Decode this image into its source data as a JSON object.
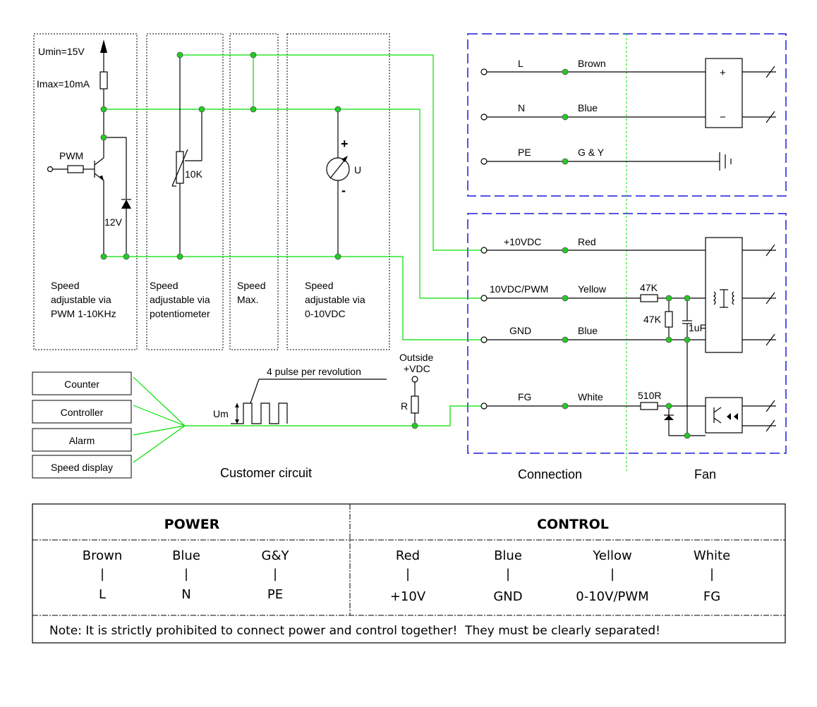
{
  "customer": {
    "umin": "Umin=15V",
    "imax": "Imax=10mA",
    "pwm": "PWM",
    "zener": "12V",
    "pot": "10K",
    "meter_plus": "+",
    "meter_minus": "-",
    "meter_u": "U",
    "boxes": [
      {
        "lines": [
          "Speed",
          "adjustable via",
          "PWM 1-10KHz"
        ]
      },
      {
        "lines": [
          "Speed",
          "adjustable via",
          "potentiometer"
        ]
      },
      {
        "lines": [
          "Speed",
          "Max."
        ]
      },
      {
        "lines": [
          "Speed",
          "adjustable via",
          "0-10VDC"
        ]
      }
    ],
    "devices": [
      "Counter",
      "Controller",
      "Alarm",
      "Speed display"
    ],
    "pulse_label": "4 pulse per revolution",
    "um": "Um",
    "outside": [
      "Outside",
      "+VDC"
    ],
    "r": "R",
    "caption": "Customer circuit"
  },
  "connection": {
    "power_rows": [
      {
        "signal": "L",
        "color": "Brown"
      },
      {
        "signal": "N",
        "color": "Blue"
      },
      {
        "signal": "PE",
        "color": "G & Y"
      }
    ],
    "control_rows": [
      {
        "signal": "+10VDC",
        "color": "Red"
      },
      {
        "signal": "10VDC/PWM",
        "color": "Yellow"
      },
      {
        "signal": "GND",
        "color": "Blue"
      },
      {
        "signal": "FG",
        "color": "White"
      }
    ],
    "r47a": "47K",
    "r47b": "47K",
    "cap": "1uF",
    "r510": "510R",
    "plus": "+",
    "minus": "−",
    "caption_conn": "Connection",
    "caption_fan": "Fan"
  },
  "table": {
    "power_header": "POWER",
    "control_header": "CONTROL",
    "power_cols": [
      {
        "color": "Brown",
        "signal": "L"
      },
      {
        "color": "Blue",
        "signal": "N"
      },
      {
        "color": "G&Y",
        "signal": "PE"
      }
    ],
    "control_cols": [
      {
        "color": "Red",
        "signal": "+10V"
      },
      {
        "color": "Blue",
        "signal": "GND"
      },
      {
        "color": "Yellow",
        "signal": "0-10V/PWM"
      },
      {
        "color": "White",
        "signal": "FG"
      }
    ],
    "separator": "|",
    "note": "Note: It is strictly prohibited to connect power and control together!  They must be clearly separated!"
  },
  "colors": {
    "green_wire": "#00e000",
    "blue_dash": "#1a1adc",
    "node": "#22cc22"
  }
}
